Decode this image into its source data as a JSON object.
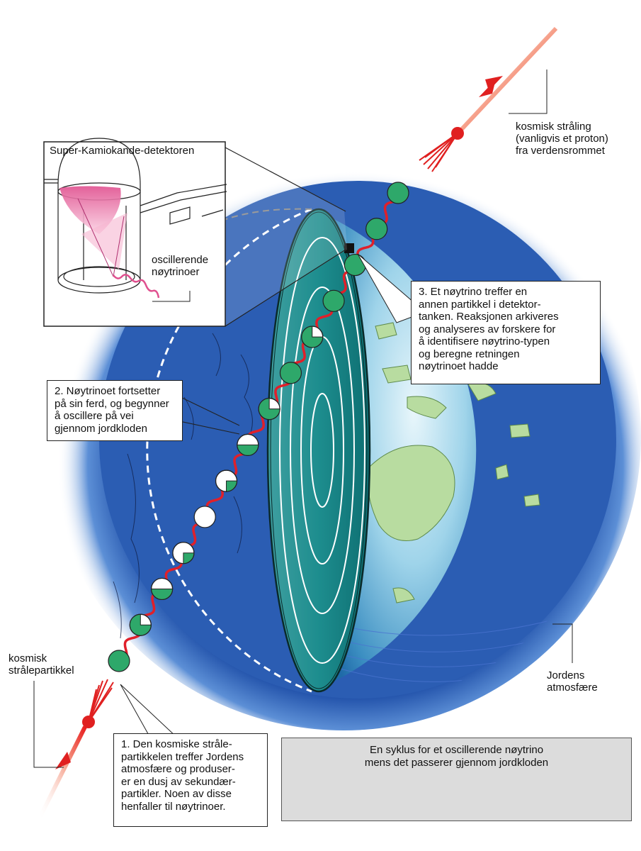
{
  "texts": {
    "cosmic_ray_top": [
      "kosmisk stråling",
      "(vanligvis et proton)",
      "fra verdensrommet"
    ],
    "cosmic_particle": [
      "kosmisk",
      "strålepartikkel"
    ],
    "detector_title": "Super-Kamiokande-detektoren",
    "oscillating": [
      "oscillerende",
      "nøytrinoer"
    ],
    "step2": [
      "2. Nøytrinoet fortsetter",
      "på sin ferd, og begynner",
      "å oscillere på vei",
      "gjennom jordkloden"
    ],
    "step3": [
      "3. Et nøytrino treffer en",
      "annen partikkel i detektor-",
      "tanken. Reaksjonen arkiveres",
      "og analyseres av forskere for",
      "å identifisere nøytrino-typen",
      "og beregne retningen",
      "nøytrinoet hadde"
    ],
    "step1": [
      "1. Den kosmiske stråle-",
      "partikkelen treffer Jordens",
      "atmosfære og produser-",
      "er en dusj av sekundær-",
      "partikler. Noen av disse",
      "henfaller til nøytrinoer."
    ],
    "atmosphere": [
      "Jordens",
      "atmosfære"
    ],
    "cycle_title": [
      "En syklus for et oscillerende nøytrino",
      "mens det passerer gjennom jordkloden"
    ]
  },
  "cycle_fractions": [
    1,
    0.75,
    0.5,
    0.25,
    0,
    0.25,
    0.5,
    0.75,
    1
  ],
  "path_balls": [
    1,
    0.75,
    0.5,
    0.25,
    0,
    0.25,
    0.5,
    0.75,
    1,
    0.75,
    1,
    1,
    1,
    1
  ],
  "colors": {
    "neutrino_green": "#2ea86a",
    "wave_red": "#e0202a",
    "ocean_blue": "#2f6fc0",
    "slice_teal": "#1b8a8a",
    "land_green": "#b8dca0",
    "detector_pink": "#e86aa6"
  }
}
